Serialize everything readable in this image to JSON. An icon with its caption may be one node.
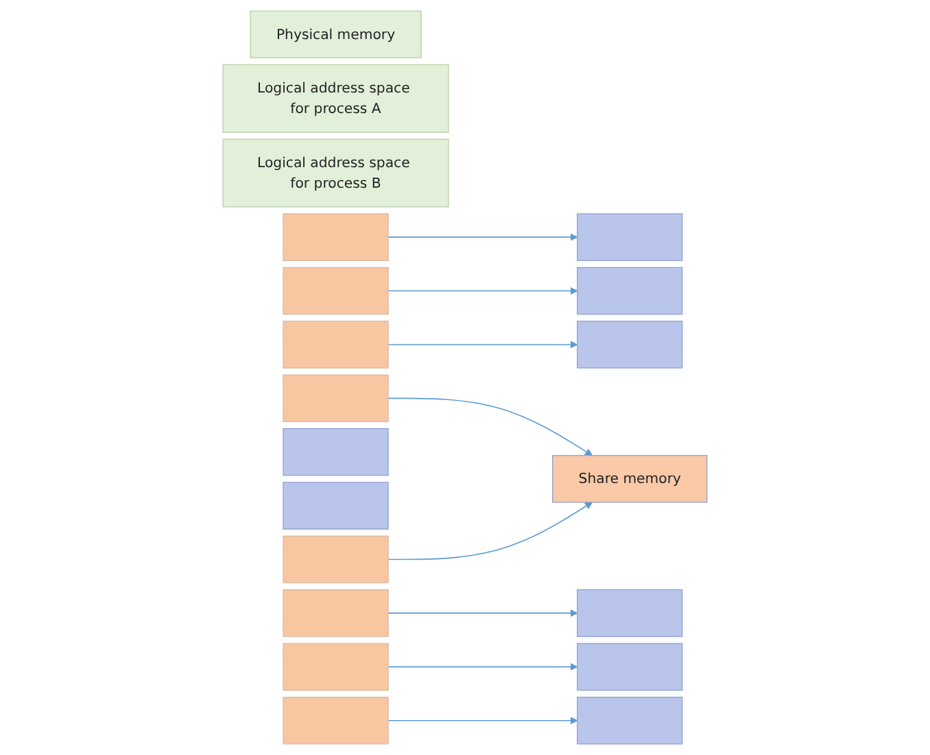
{
  "diagram": {
    "nodes": [
      {
        "text": [
          "Physical memory"
        ]
      },
      {
        "text": [
          "Logical address space for process A"
        ]
      },
      {
        "text": [
          "Logical address space for process B"
        ]
      },
      {
        "text": [],
        "shape": "box"
      },
      {
        "text": [],
        "shape": "box"
      },
      {
        "text": [],
        "shape": "box"
      },
      {
        "text": [],
        "shape": "box"
      },
      {
        "text": [],
        "shape": "box"
      },
      {
        "text": [],
        "shape": "box"
      },
      {
        "text": [],
        "shape": "box"
      },
      {
        "text": [],
        "shape": "box"
      },
      {
        "text": [],
        "shape": "box"
      },
      {
        "text": [],
        "shape": "box"
      },
      {
        "text": [],
        "shape": "box"
      },
      {
        "text": [
          "Share memory"
        ]
      },
      {
        "text": [],
        "shape": "box"
      },
      {
        "text": [],
        "shape": "box"
      },
      {
        "text": [],
        "shape": "box"
      },
      {
        "text": [],
        "shape": "box"
      },
      {
        "text": [],
        "shape": "box"
      }
    ],
    "edges": [
      {
        "from": 3,
        "to": 7,
        "arrow": "to"
      },
      {
        "from": 4,
        "to": 9,
        "arrow": "to"
      },
      {
        "from": 5,
        "to": 10,
        "arrow": "to"
      },
      {
        "from": 6,
        "to": 14,
        "arrow": "to"
      },
      {
        "from": 16,
        "to": 11,
        "arrow": "to"
      },
      {
        "from": 17,
        "to": 12,
        "arrow": "to"
      },
      {
        "from": 18,
        "to": 14,
        "arrow": "to"
      },
      {
        "from": 19,
        "to": 13,
        "arrow": "to"
      }
    ]
  }
}
